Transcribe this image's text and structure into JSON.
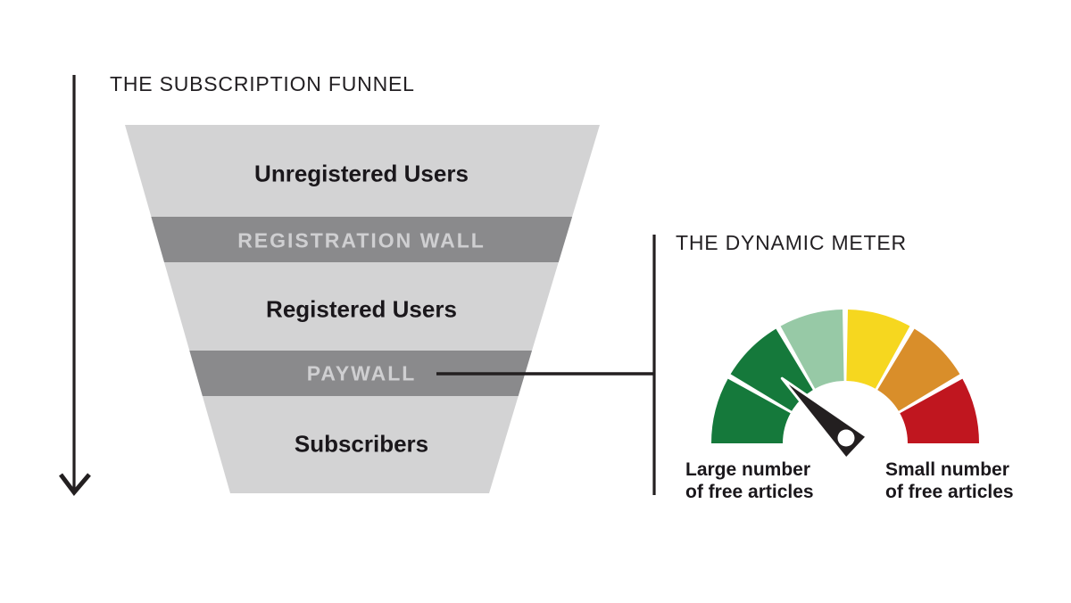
{
  "colors": {
    "funnel_fill": "#d3d3d4",
    "wall_fill": "#8a8a8c",
    "wall_text": "#cfcfd1",
    "stage_text": "#1a171b",
    "title_text": "#221f22",
    "line": "#231f20",
    "needle": "#231f20",
    "needle_hub_dot": "#ffffff"
  },
  "funnel_section": {
    "title": "THE SUBSCRIPTION FUNNEL",
    "stages": [
      {
        "label": "Unregistered Users",
        "kind": "stage"
      },
      {
        "label": "REGISTRATION WALL",
        "kind": "wall"
      },
      {
        "label": "Registered Users",
        "kind": "stage"
      },
      {
        "label": "PAYWALL",
        "kind": "wall"
      },
      {
        "label": "Subscribers",
        "kind": "stage"
      }
    ]
  },
  "meter_section": {
    "title": "THE DYNAMIC METER",
    "left_label": {
      "line1": "Large number",
      "line2": "of free articles"
    },
    "right_label": {
      "line1": "Small number",
      "line2": "of free articles"
    }
  },
  "chart_data": [
    {
      "type": "funnel",
      "title": "THE SUBSCRIPTION FUNNEL",
      "stages": [
        "Unregistered Users",
        "REGISTRATION WALL",
        "Registered Users",
        "PAYWALL",
        "Subscribers"
      ],
      "note": "wide top to narrow bottom; REGISTRATION WALL and PAYWALL are dark gray barrier bands; PAYWALL links by a line to the dynamic meter"
    },
    {
      "type": "gauge",
      "title": "THE DYNAMIC METER",
      "segments": [
        {
          "name": "dark-green-1",
          "color": "#15793b",
          "start_deg": 180,
          "end_deg": 150
        },
        {
          "name": "dark-green-2",
          "color": "#15793b",
          "start_deg": 150,
          "end_deg": 120
        },
        {
          "name": "light-green",
          "color": "#97c9a6",
          "start_deg": 120,
          "end_deg": 90
        },
        {
          "name": "yellow",
          "color": "#f6d71f",
          "start_deg": 90,
          "end_deg": 60
        },
        {
          "name": "orange",
          "color": "#d98e2a",
          "start_deg": 60,
          "end_deg": 30
        },
        {
          "name": "red",
          "color": "#c0161f",
          "start_deg": 30,
          "end_deg": 0
        }
      ],
      "needle_angle_deg": 137,
      "left_end_label": "Large number of free articles",
      "right_end_label": "Small number of free articles",
      "legend_position": "below"
    }
  ]
}
